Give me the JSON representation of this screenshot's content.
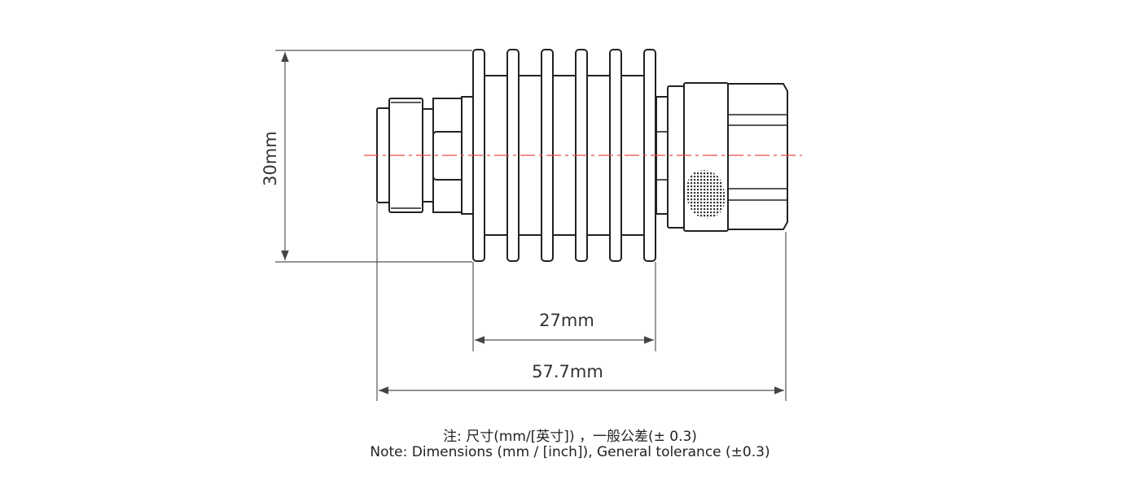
{
  "dimensions": {
    "height_label": "30mm",
    "body_length_label": "27mm",
    "overall_length_label": "57.7mm"
  },
  "notes": {
    "chinese": "注: 尺寸(mm/[英寸]) ，一般公差(± 0.3)",
    "english": "Note: Dimensions (mm / [inch]), General tolerance (±0.3)"
  },
  "colors": {
    "centerline": "#e84a4a",
    "outline": "#222222"
  },
  "fin_count": 6
}
